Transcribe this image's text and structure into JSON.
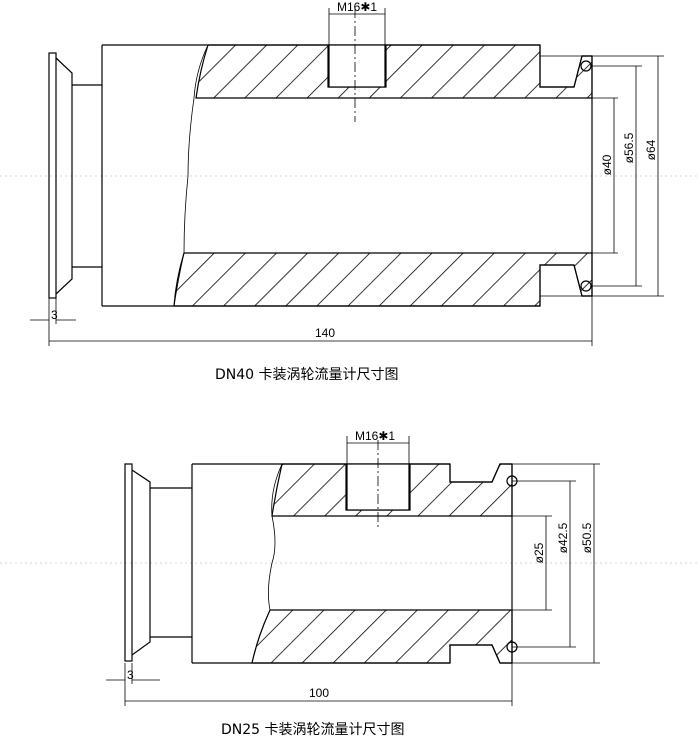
{
  "drawings": [
    {
      "caption": "DN40 卡装涡轮流量计尺寸图",
      "thread_label": "M16✱1",
      "dims": {
        "inner_dia": "ø40",
        "bore_dia": "ø56.5",
        "outer_dia": "ø64",
        "flange_thickness": "3",
        "length": "140"
      }
    },
    {
      "caption": "DN25 卡装涡轮流量计尺寸图",
      "thread_label": "M16✱1",
      "dims": {
        "inner_dia": "ø25",
        "bore_dia": "ø42.5",
        "outer_dia": "ø50.5",
        "flange_thickness": "3",
        "length": "100"
      }
    }
  ]
}
